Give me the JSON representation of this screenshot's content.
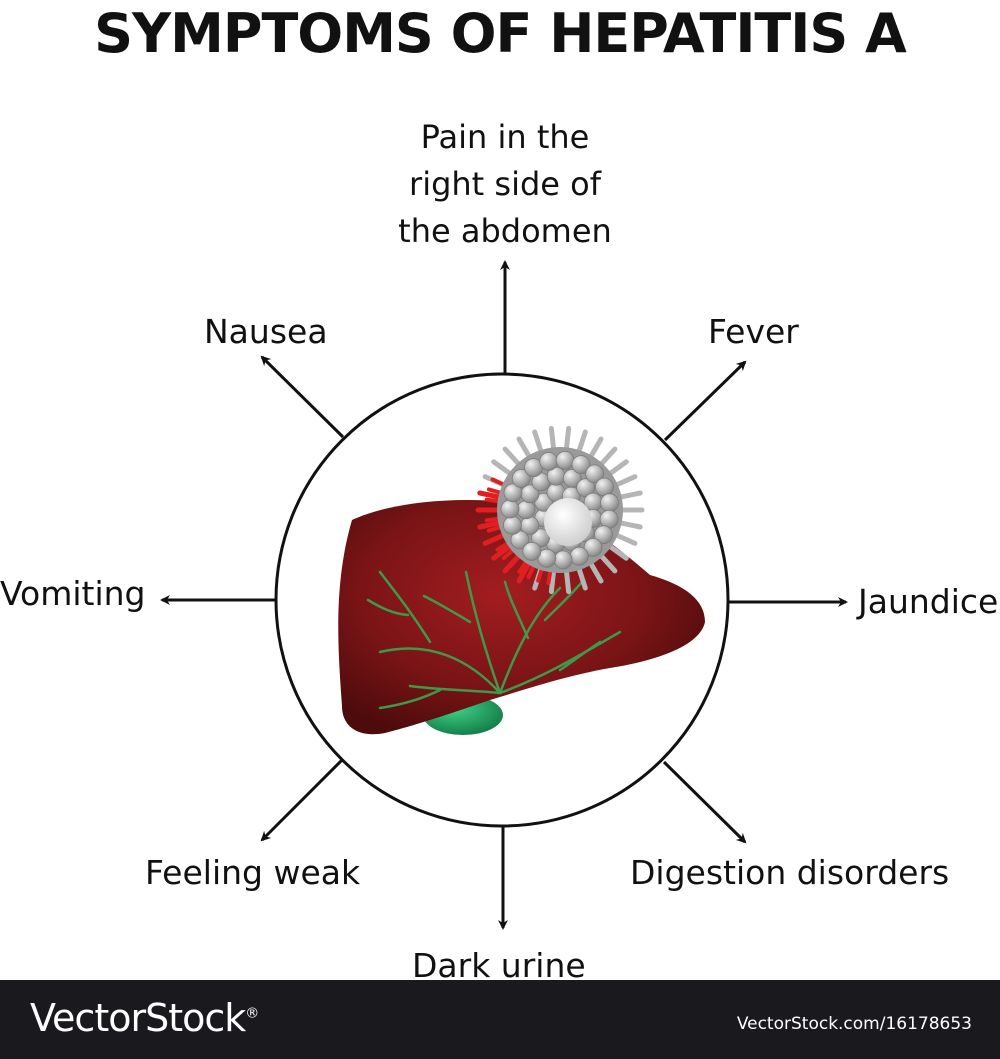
{
  "title": "SYMPTOMS OF HEPATITIS A",
  "symptoms": {
    "top": [
      "Pain in the",
      "right side of",
      "the abdomen"
    ],
    "top_left": "Nausea",
    "top_right": "Fever",
    "left": "Vomiting",
    "right": "Jaundice",
    "bottom_left": "Feeling weak",
    "bottom_right": "Digestion disorders",
    "bottom": "Dark urine"
  },
  "colors": {
    "liver": "#7a1416",
    "bile_ducts": "#3e9a4a",
    "gallbladder": "#1f9a5c",
    "virus": "#9a9a9a",
    "virus_spikes_infected": "#e02020",
    "footer_bg": "#1a1a1e"
  },
  "watermark": {
    "brand": "VectorStock",
    "registered": "®",
    "url": "VectorStock.com/16178653"
  }
}
